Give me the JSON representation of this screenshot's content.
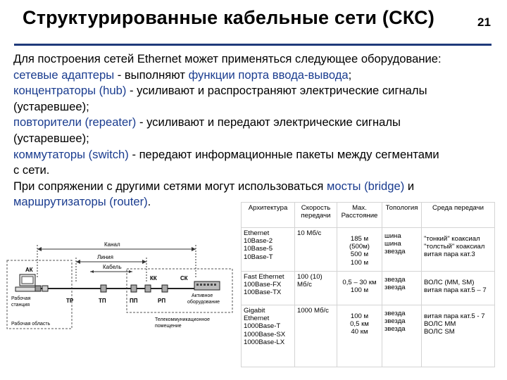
{
  "slide": {
    "title": "Структурированные кабельные сети (СКС)",
    "page_number": "21"
  },
  "paragraph": {
    "l1": "Для построения сетей Ethernet может применяться следующее оборудование:",
    "l2_term": "сетевые адаптеры",
    "l2_mid": " - выполняют ",
    "l2_term2": "функции порта ввода-вывода",
    "l2_end": ";",
    "l3_term": "концентраторы (hub)",
    "l3_text": " - усиливают и распространяют электрические сигналы",
    "l4": "(устаревшее);",
    "l5_term": "повторители (repeater)",
    "l5_text": " - усиливают и передают электрические сигналы",
    "l6": "(устаревшее);",
    "l7_term": "коммутаторы (switch)",
    "l7_text": " - передают информационные пакеты между сегментами",
    "l8": "с сети.",
    "l9_text": "При сопряжении с другими сетями могут использоваться ",
    "l9_term": "мосты (bridge)",
    "l9_end": " и",
    "l10_term": "маршрутизаторы (router)",
    "l10_end": "."
  },
  "diagram": {
    "channel": "Канал",
    "line": "Линия",
    "cable": "Кабель",
    "ak": "АК",
    "kk": "КК",
    "sk": "СК",
    "tr": "ТР",
    "tp": "ТП",
    "pp": "ПП",
    "rp": "РП",
    "workstation_1": "Рабочая",
    "workstation_2": "станция",
    "active_1": "Активное",
    "active_2": "оборудование",
    "telecom_1": "Телекоммуникационное",
    "telecom_2": "помещение",
    "work_area": "Рабочая область"
  },
  "table": {
    "headers": [
      "Архитектура",
      "Скорость передачи",
      "Max. Расстояние",
      "Топология",
      "Среда передачи"
    ],
    "rows": [
      {
        "arch": [
          "Ethernet",
          "10Base-2",
          "10Base-5",
          "10Base-T"
        ],
        "speed": [
          "10 Мб/с"
        ],
        "distance": [
          "185 м",
          "(500м)",
          "500 м",
          "100 м"
        ],
        "topology": [
          "шина",
          "шина",
          "звезда"
        ],
        "medium": [
          "\"тонкий\" коаксиал",
          "\"толстый\" коаксиал",
          "витая пара кат.3"
        ]
      },
      {
        "arch": [
          "Fast Ethernet",
          "100Base-FX",
          "100Base-TX"
        ],
        "speed": [
          "100 (10)",
          "Мб/с"
        ],
        "distance": [
          "0,5 – 30 км",
          "100 м"
        ],
        "topology": [
          "звезда",
          "звезда"
        ],
        "medium": [
          "ВОЛС (MM, SM)",
          "витая пара кат.5 – 7"
        ]
      },
      {
        "arch": [
          "Gigabit",
          "Ethernet",
          "1000Base-T",
          "1000Base-SX",
          "1000Base-LX"
        ],
        "speed": [
          "1000 Мб/с"
        ],
        "distance": [
          "100 м",
          "0,5 км",
          "40 км"
        ],
        "topology": [
          "звезда",
          "звезда",
          "звезда"
        ],
        "medium": [
          "витая пара кат.5 - 7",
          "ВОЛС ММ",
          "ВОЛС SM"
        ]
      }
    ]
  }
}
